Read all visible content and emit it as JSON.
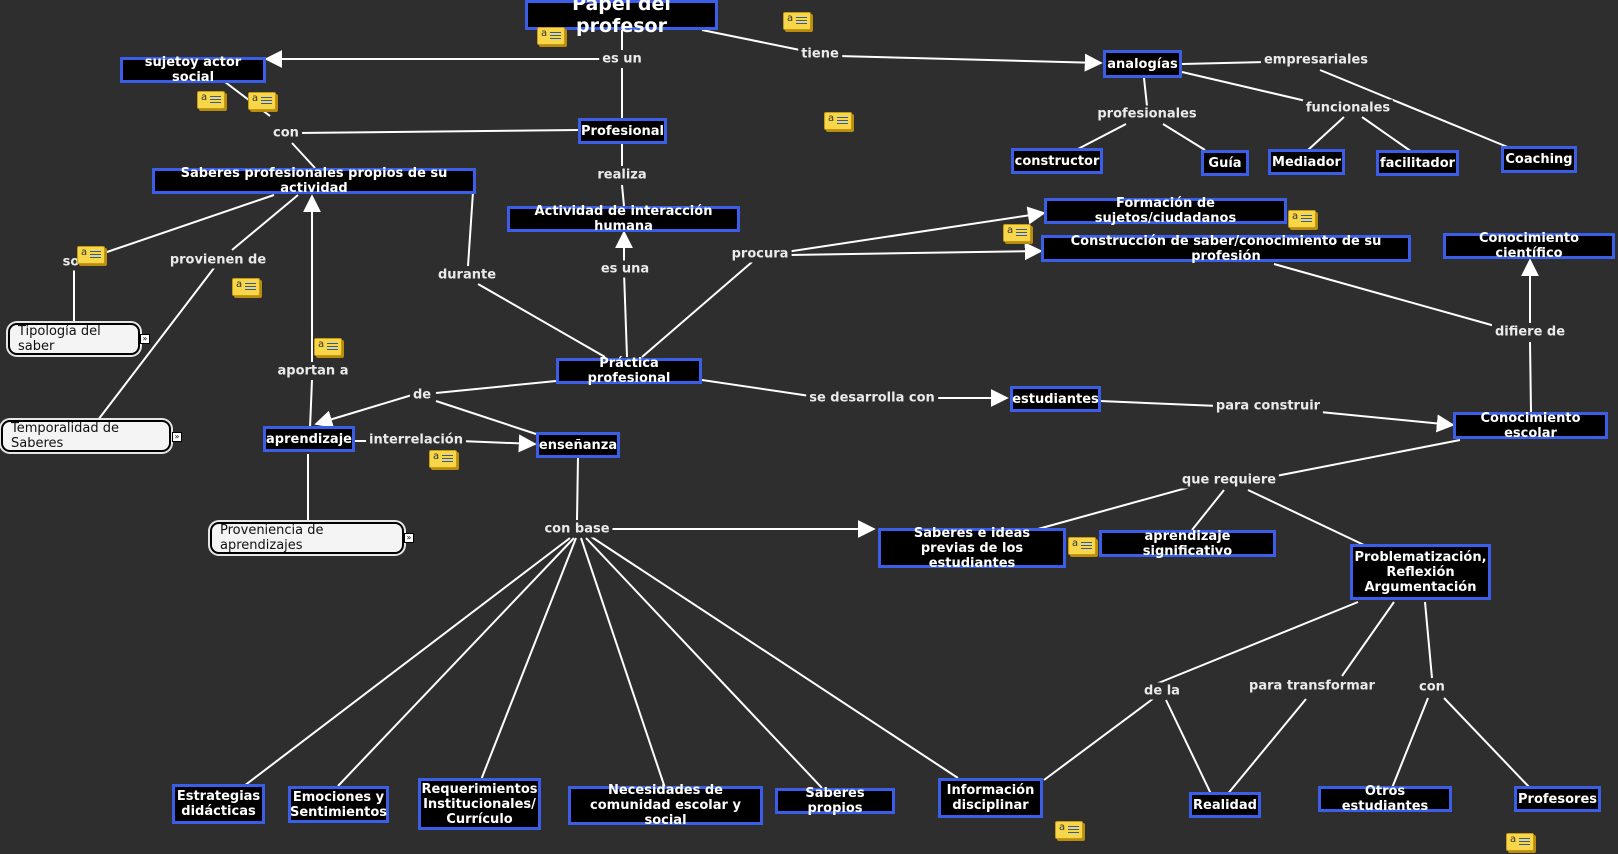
{
  "colors": {
    "background": "#2e2e2e",
    "node_fill": "#000000",
    "node_border": "#3a5ee8",
    "line": "#ffffff",
    "ref_fill": "#f4f4f4",
    "note": "#f7d64a"
  },
  "nodes": {
    "papel": "Papel del profesor",
    "sujeto": "sujetoy actor social",
    "profesional": "Profesional",
    "saberes_prof": "Saberes profesionales propios de su actividad",
    "actividad": "Actividad de interacción humana",
    "practica": "Práctica profesional",
    "aprendizaje": "aprendizaje",
    "ensenanza": "enseñanza",
    "estudiantes": "estudiantes",
    "analogias": "analogías",
    "constructor": "constructor",
    "guia": "Guía",
    "mediador": "Mediador",
    "facilitador": "facilitador",
    "coaching": "Coaching",
    "formacion": "Formación de sujetos/ciudadanos",
    "construccion": "Construcción de saber/conocimiento de su profesión",
    "con_cientifico": "Conocimiento científico",
    "con_escolar": "Conocimiento escolar",
    "saberes_previos": "Saberes e ideas\nprevias de los estudiantes",
    "aprendizaje_sig": "aprendizaje significativo",
    "problematizacion": "Problematización,\nReflexión\nArgumentación",
    "estrategias": "Estrategias\ndidácticas",
    "emociones": "Emociones y\nSentimientos",
    "requerimientos": "Requerimientos\nInstitucionales/\nCurrículo",
    "necesidades": "Necesidades de\ncomunidad escolar y social",
    "saberes_propios": "Saberes propios",
    "informacion": "Información\ndisciplinar",
    "realidad": "Realidad",
    "otros_estudiantes": "Otros estudiantes",
    "profesores": "Profesores"
  },
  "refs": {
    "tipologia": "Tipología del saber",
    "temporalidad": "Temporalidad de Saberes",
    "proveniencia": "Proveniencia de aprendizajes"
  },
  "links": {
    "es_un": "es un",
    "tiene": "tiene",
    "con1": "con",
    "realiza": "realiza",
    "so": "so",
    "provienen": "provienen de",
    "durante": "durante",
    "es_una": "es una",
    "procura": "procura",
    "aportan": "aportan a",
    "de": "de",
    "interrelacion": "interrelación",
    "se_desarrolla": "se desarrolla con",
    "para_construir": "para construir",
    "difiere": "difiere de",
    "que_requiere": "que requiere",
    "con_base": "con base",
    "empresariales": "empresariales",
    "profesionales": "profesionales",
    "funcionales": "funcionales",
    "de_la": "de la",
    "para_transformar": "para transformar",
    "con2": "con"
  }
}
